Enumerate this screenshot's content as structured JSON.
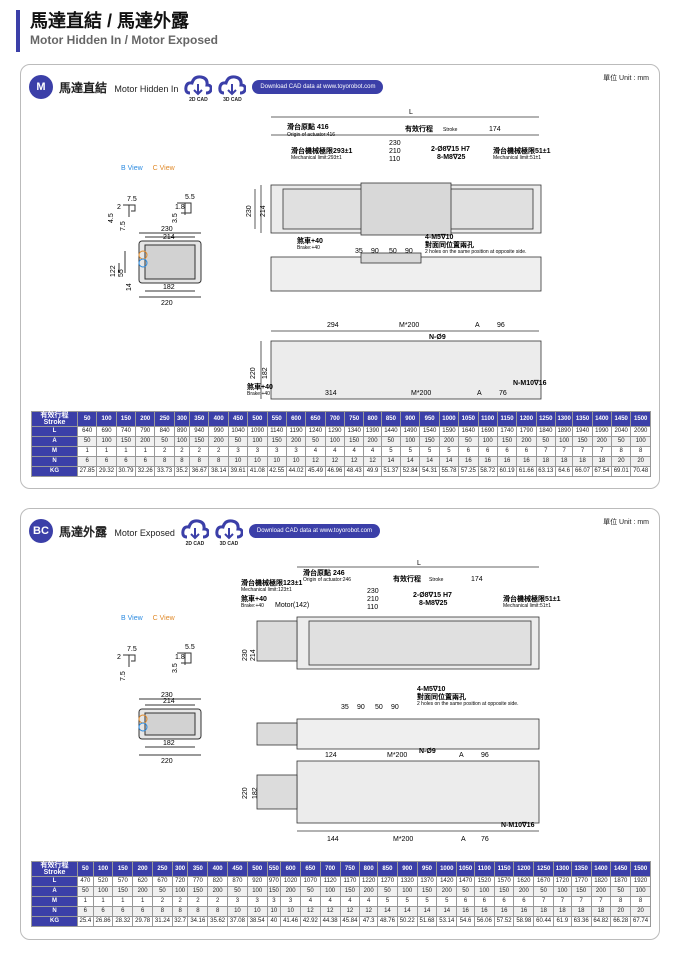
{
  "page": {
    "title": "馬達直結 / 馬達外露",
    "subtitle": "Motor Hidden In / Motor Exposed"
  },
  "sections": [
    {
      "badge": "M",
      "title": "馬達直結",
      "title_en": "Motor Hidden In",
      "cad_2d": "2D CAD",
      "cad_3d": "3D CAD",
      "download": "Download CAD data at www.toyorobot.com",
      "unit": "單位 Unit : mm",
      "view_b": "B View",
      "view_c": "C View",
      "dims": {
        "L": "L",
        "origin": "滑台原點 416",
        "origin_en": "Origin of actuator:416",
        "stroke": "有效行程",
        "stroke_en": "Stroke",
        "d174": "174",
        "mech_left": "滑台機械極限293±1",
        "mech_left_en": "Mechanical limit:293±1",
        "mech_right": "滑台機械極限51±1",
        "mech_right_en": "Mechanical limit:51±1",
        "d230": "230",
        "d210": "210",
        "d110": "110",
        "hole1": "2-Ø8∇15 H7",
        "hole2": "8-M8∇25",
        "h230": "230",
        "h214": "214",
        "brake": "煞車+40",
        "brake_en": "Brake:+40",
        "m5": "4-M5∇10",
        "opp": "對面同位置兩孔",
        "opp_en": "2 holes on the same position at opposite side.",
        "d35": "35",
        "d90": "90",
        "d50": "50",
        "d90b": "90",
        "d294": "294",
        "m200": "M*200",
        "a": "A",
        "d96": "96",
        "n9": "N-Ø9",
        "v220": "220",
        "v182": "182",
        "brake2": "煞車+40",
        "brake2_en": "Brake:+40",
        "d314": "314",
        "m200b": "M*200",
        "a2": "A",
        "d76": "76",
        "m10": "N-M10∇16",
        "sv230": "230",
        "sv214": "214",
        "sv182": "182",
        "sv220": "220",
        "sv122": "122",
        "sv55": "55",
        "sv14": "14",
        "bv75": "7.5",
        "bv2": "2",
        "bv45": "4.5",
        "bv75b": "7.5",
        "cv55": "5.5",
        "cv18": "1.8",
        "cv35": "3.5"
      },
      "table": {
        "header": [
          "有效行程",
          "Stroke"
        ],
        "strokes": [
          "50",
          "100",
          "150",
          "200",
          "250",
          "300",
          "350",
          "400",
          "450",
          "500",
          "550",
          "600",
          "650",
          "700",
          "750",
          "800",
          "850",
          "900",
          "950",
          "1000",
          "1050",
          "1100",
          "1150",
          "1200",
          "1250",
          "1300",
          "1350",
          "1400",
          "1450",
          "1500"
        ],
        "rows": [
          {
            "label": "L",
            "values": [
              "640",
              "690",
              "740",
              "790",
              "840",
              "890",
              "940",
              "990",
              "1040",
              "1090",
              "1140",
              "1190",
              "1240",
              "1290",
              "1340",
              "1390",
              "1440",
              "1490",
              "1540",
              "1590",
              "1640",
              "1690",
              "1740",
              "1790",
              "1840",
              "1890",
              "1940",
              "1990",
              "2040",
              "2090"
            ]
          },
          {
            "label": "A",
            "values": [
              "50",
              "100",
              "150",
              "200",
              "50",
              "100",
              "150",
              "200",
              "50",
              "100",
              "150",
              "200",
              "50",
              "100",
              "150",
              "200",
              "50",
              "100",
              "150",
              "200",
              "50",
              "100",
              "150",
              "200",
              "50",
              "100",
              "150",
              "200",
              "50",
              "100"
            ]
          },
          {
            "label": "M",
            "values": [
              "1",
              "1",
              "1",
              "1",
              "2",
              "2",
              "2",
              "2",
              "3",
              "3",
              "3",
              "3",
              "4",
              "4",
              "4",
              "4",
              "5",
              "5",
              "5",
              "5",
              "6",
              "6",
              "6",
              "6",
              "7",
              "7",
              "7",
              "7",
              "8",
              "8"
            ]
          },
          {
            "label": "N",
            "values": [
              "6",
              "6",
              "6",
              "6",
              "8",
              "8",
              "8",
              "8",
              "10",
              "10",
              "10",
              "10",
              "12",
              "12",
              "12",
              "12",
              "14",
              "14",
              "14",
              "14",
              "16",
              "16",
              "16",
              "16",
              "18",
              "18",
              "18",
              "18",
              "20",
              "20"
            ]
          },
          {
            "label": "KG",
            "values": [
              "27.85",
              "29.32",
              "30.79",
              "32.26",
              "33.73",
              "35.2",
              "36.67",
              "38.14",
              "39.61",
              "41.08",
              "42.55",
              "44.02",
              "45.49",
              "46.96",
              "48.43",
              "49.9",
              "51.37",
              "52.84",
              "54.31",
              "55.78",
              "57.25",
              "58.72",
              "60.19",
              "61.66",
              "63.13",
              "64.6",
              "66.07",
              "67.54",
              "69.01",
              "70.48"
            ]
          }
        ]
      }
    },
    {
      "badge": "BC",
      "title": "馬達外露",
      "title_en": "Motor Exposed",
      "cad_2d": "2D CAD",
      "cad_3d": "3D CAD",
      "download": "Download CAD data at www.toyorobot.com",
      "unit": "單位 Unit : mm",
      "view_b": "B View",
      "view_c": "C View",
      "dims": {
        "L": "L",
        "origin": "滑台原點 246",
        "origin_en": "Origin of actuator:246",
        "stroke": "有效行程",
        "stroke_en": "Stroke",
        "d174": "174",
        "mech_left": "滑台機械極限123±1",
        "mech_left_en": "Mechanical limit:123±1",
        "mech_right": "滑台機械極限51±1",
        "mech_right_en": "Mechanical limit:51±1",
        "brake": "煞車+40",
        "brake_en": "Brake:+40",
        "motor": "Motor(142)",
        "d230": "230",
        "d210": "210",
        "d110": "110",
        "hole1": "2-Ø8∇15 H7",
        "hole2": "8-M8∇25",
        "h230": "230",
        "h214": "214",
        "m5": "4-M5∇10",
        "opp": "對面同位置兩孔",
        "opp_en": "2 holes on the same position at opposite side.",
        "d35": "35",
        "d90": "90",
        "d50": "50",
        "d90b": "90",
        "d124": "124",
        "m200": "M*200",
        "n9": "N-Ø9",
        "a": "A",
        "d96": "96",
        "v220": "220",
        "v182": "182",
        "d144": "144",
        "m200b": "M*200",
        "a2": "A",
        "d76": "76",
        "m10": "N-M10∇16",
        "sv230": "230",
        "sv214": "214",
        "sv182": "182",
        "sv220": "220",
        "bv75": "7.5",
        "bv2": "2",
        "bv75b": "7.5",
        "cv55": "5.5",
        "cv18": "1.8",
        "cv35": "3.5"
      },
      "table": {
        "header": [
          "有效行程",
          "Stroke"
        ],
        "strokes": [
          "50",
          "100",
          "150",
          "200",
          "250",
          "300",
          "350",
          "400",
          "450",
          "500",
          "550",
          "600",
          "650",
          "700",
          "750",
          "800",
          "850",
          "900",
          "950",
          "1000",
          "1050",
          "1100",
          "1150",
          "1200",
          "1250",
          "1300",
          "1350",
          "1400",
          "1450",
          "1500"
        ],
        "rows": [
          {
            "label": "L",
            "values": [
              "470",
              "520",
              "570",
              "620",
              "670",
              "720",
              "770",
              "820",
              "870",
              "920",
              "970",
              "1020",
              "1070",
              "1120",
              "1170",
              "1220",
              "1270",
              "1320",
              "1370",
              "1420",
              "1470",
              "1520",
              "1570",
              "1620",
              "1670",
              "1720",
              "1770",
              "1820",
              "1870",
              "1920"
            ]
          },
          {
            "label": "A",
            "values": [
              "50",
              "100",
              "150",
              "200",
              "50",
              "100",
              "150",
              "200",
              "50",
              "100",
              "150",
              "200",
              "50",
              "100",
              "150",
              "200",
              "50",
              "100",
              "150",
              "200",
              "50",
              "100",
              "150",
              "200",
              "50",
              "100",
              "150",
              "200",
              "50",
              "100"
            ]
          },
          {
            "label": "M",
            "values": [
              "1",
              "1",
              "1",
              "1",
              "2",
              "2",
              "2",
              "2",
              "3",
              "3",
              "3",
              "3",
              "4",
              "4",
              "4",
              "4",
              "5",
              "5",
              "5",
              "5",
              "6",
              "6",
              "6",
              "6",
              "7",
              "7",
              "7",
              "7",
              "8",
              "8"
            ]
          },
          {
            "label": "N",
            "values": [
              "6",
              "6",
              "6",
              "6",
              "8",
              "8",
              "8",
              "8",
              "10",
              "10",
              "10",
              "10",
              "12",
              "12",
              "12",
              "12",
              "14",
              "14",
              "14",
              "14",
              "16",
              "16",
              "16",
              "16",
              "18",
              "18",
              "18",
              "18",
              "20",
              "20"
            ]
          },
          {
            "label": "KG",
            "values": [
              "25.4",
              "26.86",
              "28.32",
              "29.78",
              "31.24",
              "32.7",
              "34.16",
              "35.62",
              "37.08",
              "38.54",
              "40",
              "41.46",
              "42.92",
              "44.38",
              "45.84",
              "47.3",
              "48.76",
              "50.22",
              "51.68",
              "53.14",
              "54.6",
              "56.06",
              "57.52",
              "58.98",
              "60.44",
              "61.9",
              "63.36",
              "64.82",
              "66.28",
              "67.74"
            ]
          }
        ]
      }
    }
  ]
}
